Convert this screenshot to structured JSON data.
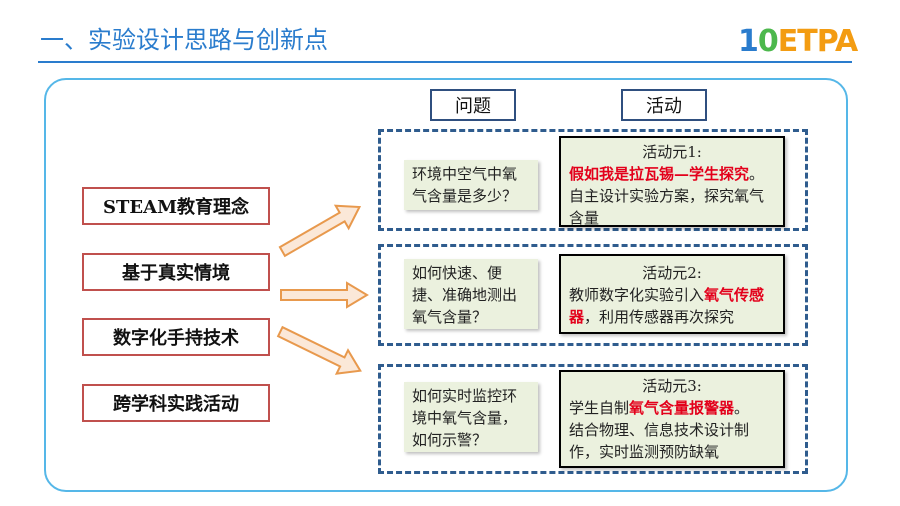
{
  "header": {
    "title": "一、实验设计思路与创新点",
    "logo": {
      "part1": "1",
      "part2": "0",
      "part3": "ETPA"
    }
  },
  "columns": {
    "question_label": "问题",
    "activity_label": "活动"
  },
  "concepts": [
    "STEAM教育理念",
    "基于真实情境",
    "数字化手持技术",
    "跨学科实践活动"
  ],
  "groups": [
    {
      "question": "环境中空气中氧气含量是多少？",
      "activity": {
        "heading": "活动元1:",
        "highlight": "假如我是拉瓦锡—学生探究",
        "highlight_suffix": "。",
        "text_after": "自主设计实验方案，探究氧气含量"
      }
    },
    {
      "question": "如何快速、便捷、准确地测出氧气含量？",
      "activity": {
        "heading": "活动元2:",
        "text_before": "教师数字化实验引入",
        "highlight": "氧气传感器",
        "text_after": "，利用传感器再次探究"
      }
    },
    {
      "question": "如何实时监控环境中氧气含量，如何示警？",
      "activity": {
        "heading": "活动元3:",
        "text_before": "学生自制",
        "highlight": "氧气含量报警器",
        "highlight_suffix": "。",
        "text_after": "结合物理、信息技术设计制作，实时监测预防缺氧"
      }
    }
  ],
  "colors": {
    "title": "#2a7ccd",
    "frame": "#55b7e8",
    "concept_border": "#c0504d",
    "dashed_border": "#2f5c8e",
    "card_fill": "#ebf1de",
    "arrow_fill": "#fbe8d8",
    "arrow_stroke": "#e8994d",
    "highlight": "#e3001b"
  }
}
